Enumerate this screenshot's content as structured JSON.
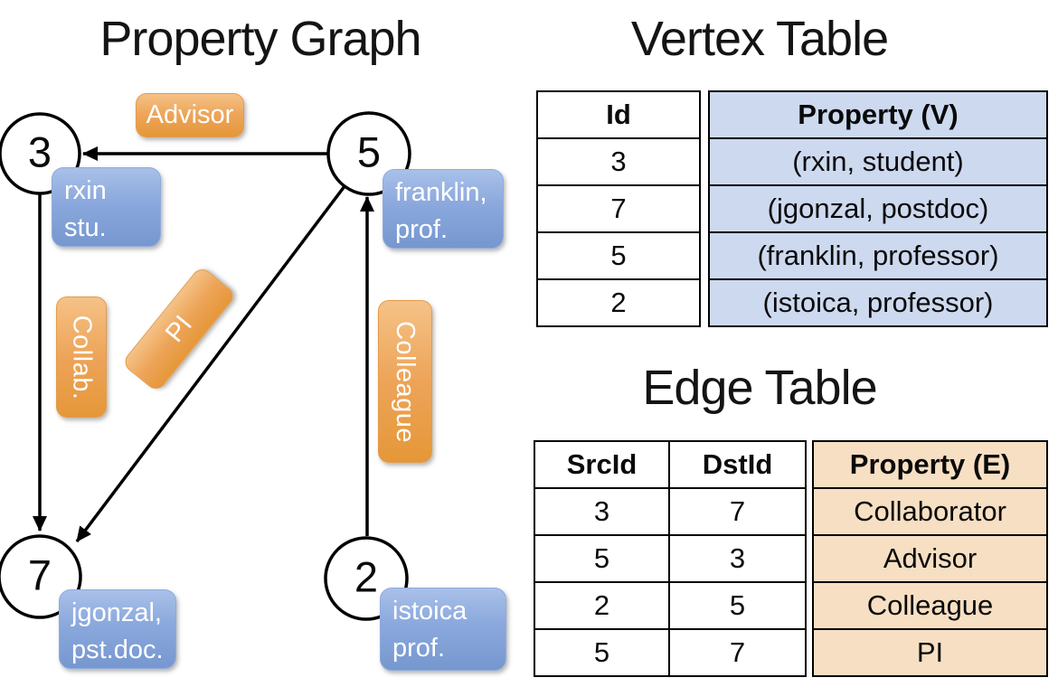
{
  "graph": {
    "title": "Property Graph",
    "nodes": [
      {
        "id": "3",
        "property_lines": [
          "rxin",
          "stu."
        ]
      },
      {
        "id": "5",
        "property_lines": [
          "franklin,",
          "prof."
        ]
      },
      {
        "id": "7",
        "property_lines": [
          "jgonzal,",
          "pst.doc."
        ]
      },
      {
        "id": "2",
        "property_lines": [
          "istoica",
          "prof."
        ]
      }
    ],
    "edges": [
      {
        "from": "5",
        "to": "3",
        "label": "Advisor"
      },
      {
        "from": "3",
        "to": "7",
        "label": "Collab."
      },
      {
        "from": "5",
        "to": "7",
        "label": "PI"
      },
      {
        "from": "2",
        "to": "5",
        "label": "Colleague"
      }
    ]
  },
  "vertex_table": {
    "title": "Vertex Table",
    "col_id": "Id",
    "col_property": "Property (V)",
    "rows": [
      {
        "id": "3",
        "property": "(rxin, student)"
      },
      {
        "id": "7",
        "property": "(jgonzal, postdoc)"
      },
      {
        "id": "5",
        "property": "(franklin, professor)"
      },
      {
        "id": "2",
        "property": "(istoica, professor)"
      }
    ]
  },
  "edge_table": {
    "title": "Edge Table",
    "col_src": "SrcId",
    "col_dst": "DstId",
    "col_property": "Property (E)",
    "rows": [
      {
        "src": "3",
        "dst": "7",
        "property": "Collaborator"
      },
      {
        "src": "5",
        "dst": "3",
        "property": "Advisor"
      },
      {
        "src": "2",
        "dst": "5",
        "property": "Colleague"
      },
      {
        "src": "5",
        "dst": "7",
        "property": "PI"
      }
    ]
  },
  "colors": {
    "edge_label_fill": "#eda458",
    "vertex_label_fill": "#8aa8dc",
    "vertex_table_property_bg": "#cdd9ef",
    "edge_table_property_bg": "#f7dfc3",
    "line_color": "#000000"
  }
}
